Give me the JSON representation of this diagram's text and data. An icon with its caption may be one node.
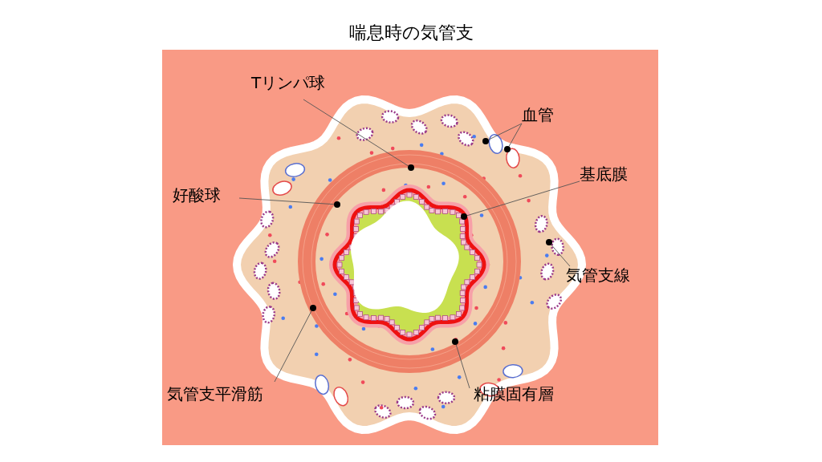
{
  "diagram": {
    "title": "喘息時の気管支",
    "nodes": [
      {
        "text": [
          "Tリンパ球"
        ]
      },
      {
        "text": [
          "血管"
        ]
      },
      {
        "text": [
          "基底膜"
        ]
      },
      {
        "text": [
          "好酸球"
        ]
      },
      {
        "text": [
          "気管支線"
        ]
      },
      {
        "text": [
          "気管支平滑筋"
        ]
      },
      {
        "text": [
          "粘膜固有層"
        ]
      },
      {
        "text": [],
        "shape": "circle"
      },
      {
        "text": [],
        "shape": "circle"
      },
      {
        "text": [],
        "shape": "circle"
      },
      {
        "text": [],
        "shape": "circle"
      },
      {
        "text": [],
        "shape": "circle"
      },
      {
        "text": [],
        "shape": "circle"
      },
      {
        "text": [],
        "shape": "circle"
      },
      {
        "text": [],
        "shape": "circle"
      }
    ],
    "edges": [
      {
        "from": 0,
        "to": 7,
        "arrow": "none"
      },
      {
        "from": 1,
        "to": 8,
        "arrow": "none"
      },
      {
        "from": 1,
        "to": 9,
        "arrow": "none"
      },
      {
        "from": 2,
        "to": 10,
        "arrow": "none"
      },
      {
        "from": 3,
        "to": 11,
        "arrow": "none"
      },
      {
        "from": 4,
        "to": 12,
        "arrow": "none"
      },
      {
        "from": 5,
        "to": 13,
        "arrow": "none"
      },
      {
        "from": 6,
        "to": 14,
        "arrow": "none"
      }
    ]
  }
}
